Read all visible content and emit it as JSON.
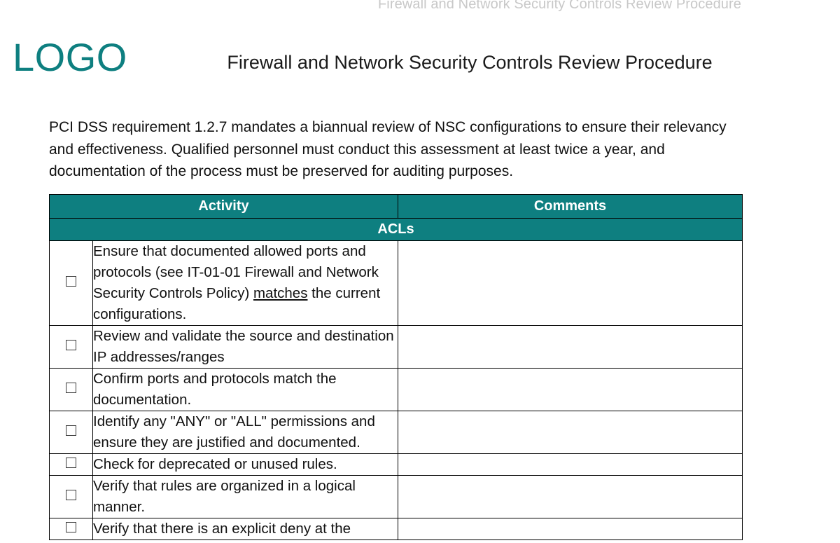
{
  "header": {
    "watermark": "Firewall and Network Security Controls Review Procedure"
  },
  "masthead": {
    "logo": "LOGO",
    "title": "Firewall and Network Security Controls Review Procedure",
    "logo_color": "#0e7f80"
  },
  "intro": {
    "paragraph": "PCI DSS requirement 1.2.7 mandates a biannual review of NSC configurations to ensure their relevancy and effectiveness. Qualified personnel must conduct this assessment at least twice a year, and documentation of the process must be preserved for auditing purposes."
  },
  "table": {
    "accent_color": "#0e7f80",
    "columns": [
      "Activity",
      "Comments"
    ],
    "section": "ACLs",
    "rows": [
      {
        "checked": false,
        "activity_prefix": "Ensure that documented allowed ports and protocols (see IT-01-01 Firewall and Network Security Controls Policy) ",
        "activity_underlined": "matches",
        "activity_suffix": " the current configurations.",
        "comment": ""
      },
      {
        "checked": false,
        "activity": "Review and validate the source and destination IP addresses/ranges",
        "comment": ""
      },
      {
        "checked": false,
        "activity": "Confirm ports and protocols match the documentation.",
        "comment": ""
      },
      {
        "checked": false,
        "activity": "Identify any \"ANY\" or \"ALL\" permissions and ensure they are justified and documented.",
        "comment": ""
      },
      {
        "checked": false,
        "activity": "Check for deprecated or unused rules.",
        "comment": ""
      },
      {
        "checked": false,
        "activity": "Verify that rules are organized in a logical manner.",
        "comment": ""
      },
      {
        "checked": false,
        "activity": "Verify that there is an explicit deny at the",
        "comment": ""
      }
    ]
  }
}
